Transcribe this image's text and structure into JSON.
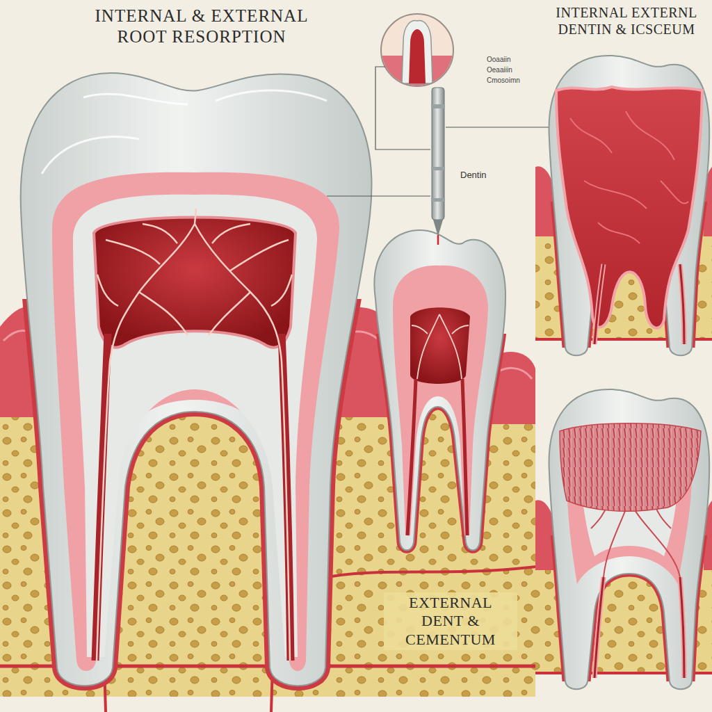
{
  "diagram": {
    "title": "INTERNAL & EXTERNAL ROOT RESORPTION",
    "labels": [
      "INTERNAL EXTERNL DENTIN & ICSCEUM",
      "Ooaaiin",
      "Oeaaiiin",
      "Cmosoimn",
      "Dentin",
      "EXTERNAL DENT & CEMENTUM"
    ]
  }
}
